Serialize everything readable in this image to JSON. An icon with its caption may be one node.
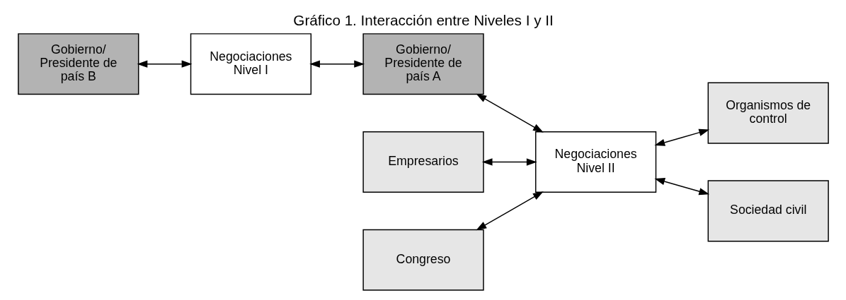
{
  "diagram": {
    "title": "Gráfico 1. Interacción entre Niveles I y II",
    "nodes": [
      {
        "text": [
          "Gobierno/ Presidente de país B"
        ]
      },
      {
        "text": [
          "Negociaciones Nivel I"
        ]
      },
      {
        "text": [
          "Gobierno/ Presidente de país A"
        ]
      },
      {
        "text": [
          "Negociaciones Nivel II"
        ]
      },
      {
        "text": [
          "Empresarios"
        ]
      },
      {
        "text": [
          "Organismos de control"
        ]
      },
      {
        "text": [
          "Congreso"
        ]
      },
      {
        "text": [
          "Sociedad civil"
        ]
      }
    ],
    "edges": [
      {
        "from": 0,
        "to": 1,
        "arrow": "both"
      },
      {
        "from": 1,
        "to": 2,
        "arrow": "both"
      },
      {
        "from": 2,
        "to": 3,
        "arrow": "both"
      },
      {
        "from": 4,
        "to": 3,
        "arrow": "both"
      },
      {
        "from": 3,
        "to": 5,
        "arrow": "both"
      },
      {
        "from": 6,
        "to": 3,
        "arrow": "both"
      },
      {
        "from": 3,
        "to": 7,
        "arrow": "both"
      }
    ]
  }
}
